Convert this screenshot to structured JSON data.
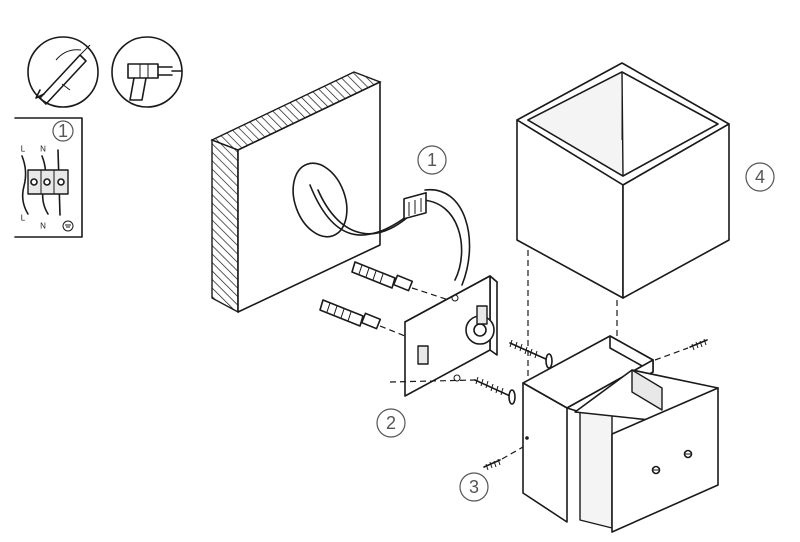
{
  "callouts": {
    "wiring": "1",
    "mounting_plate": "2",
    "screw": "3",
    "shade": "4",
    "inset": "1"
  },
  "inset_labels": {
    "l_top": "L",
    "n_top": "N",
    "l_bottom": "L",
    "n_bottom": "N"
  },
  "icons": [
    "pencil-mark-icon",
    "drill-icon",
    "earth-ground-icon"
  ]
}
